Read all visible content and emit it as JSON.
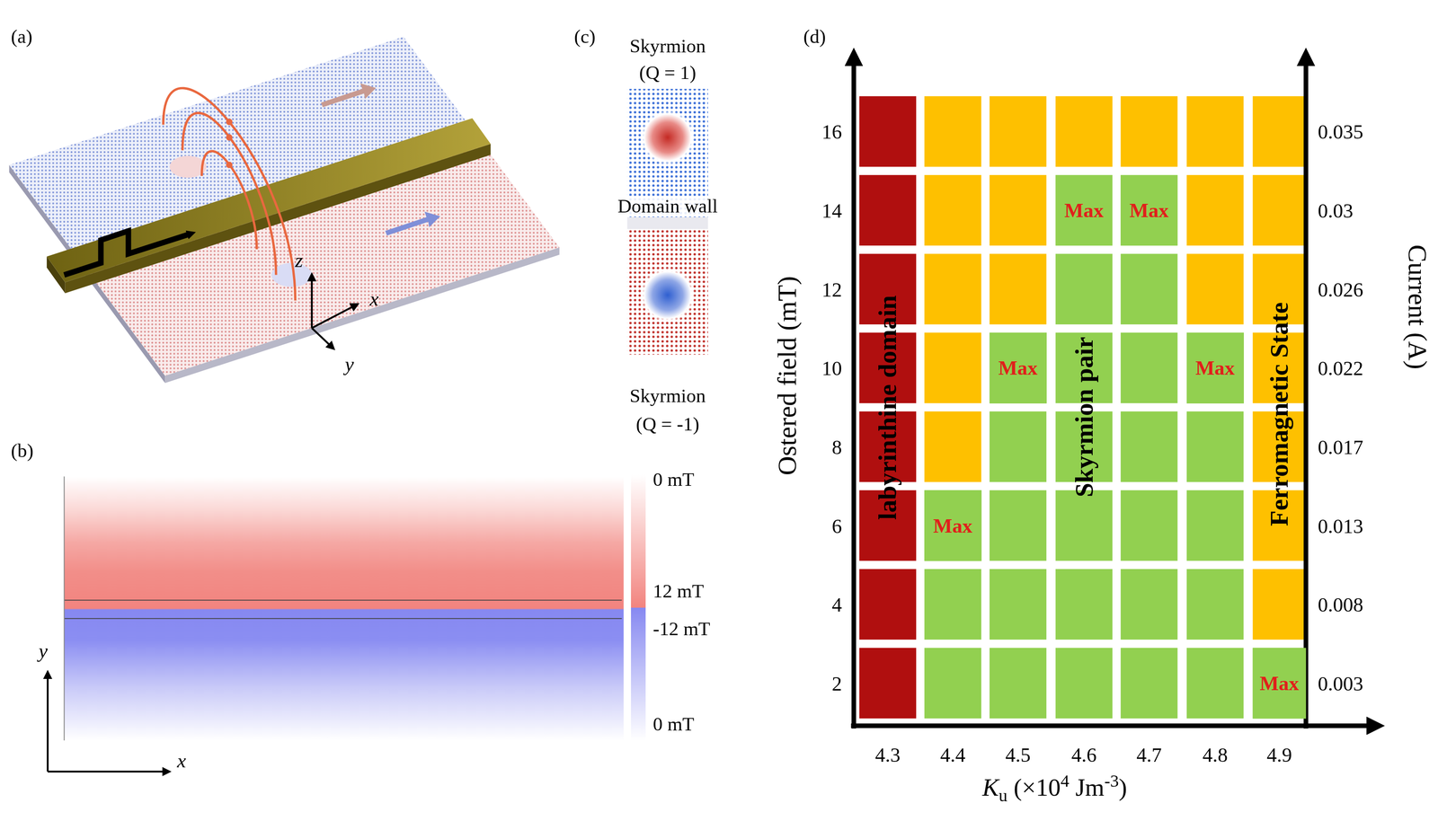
{
  "diagram": {
    "nodes": [
      {
        "text": [
          "labyrinthine domain"
        ]
      },
      {
        "text": [
          "Max"
        ]
      },
      {
        "text": [
          "Max"
        ]
      },
      {
        "text": [
          "Max"
        ]
      },
      {
        "text": [
          "Max"
        ]
      },
      {
        "text": [
          "Max"
        ]
      },
      {
        "text": [
          "Max"
        ]
      }
    ],
    "labels": [
      "(a)",
      "z",
      "x",
      "y",
      "(b)",
      "0 mT",
      "12 mT",
      "-12 mT",
      "0 mT",
      "y",
      "x",
      "(c)",
      "Skyrmion",
      "(Q = 1)",
      "Domain wall",
      "Skyrmion",
      "(Q = -1)",
      "(d)",
      "Skyrmion pair",
      "Ferromagnetic State",
      "Ostered field (mT)",
      "16",
      "14",
      "12",
      "10",
      "8",
      "6",
      "4",
      "2",
      "Current (A)",
      "0.035",
      "0.03",
      "0.026",
      "0.022",
      "0.017",
      "0.013",
      "0.008",
      "0.003",
      "4.3",
      "4.4",
      "4.5",
      "4.6",
      "4.7",
      "4.8",
      "4.9",
      "K",
      "u",
      "(×10",
      "4",
      "Jm",
      "-3",
      ")"
    ]
  }
}
